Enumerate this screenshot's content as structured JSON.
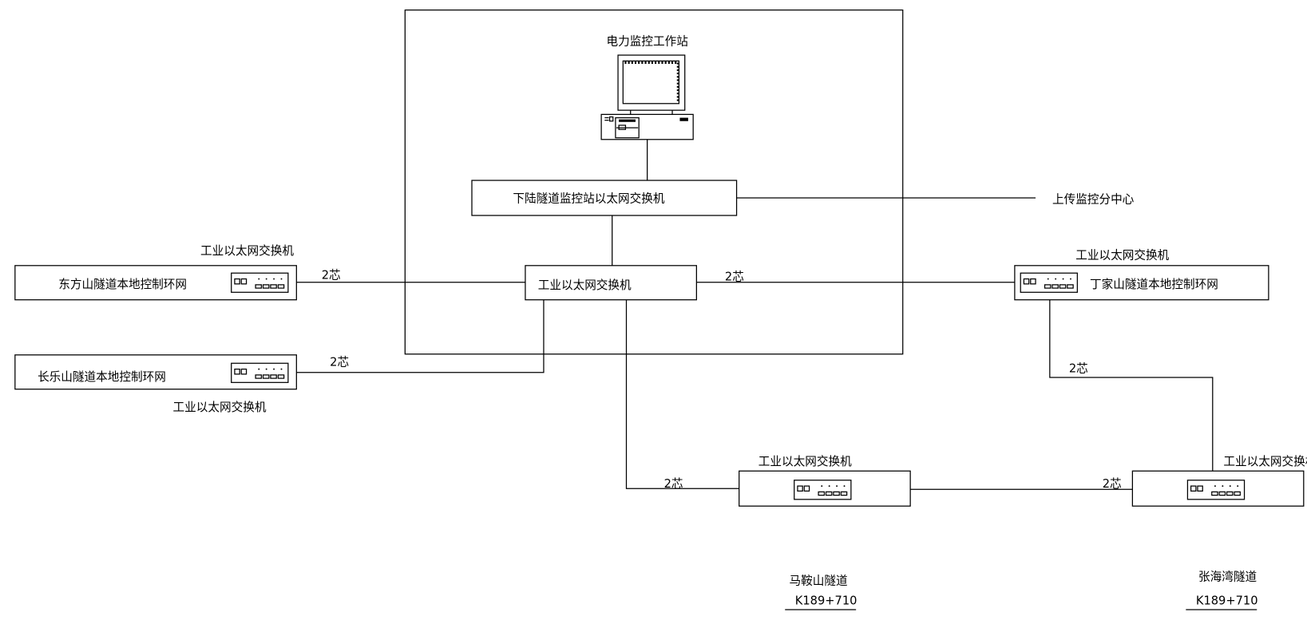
{
  "workstation": {
    "label": "电力监控工作站"
  },
  "main_switch": {
    "label": "下陆隧道监控站以太网交换机"
  },
  "upload": {
    "label": "上传监控分中心"
  },
  "center_switch": {
    "label": "工业以太网交换机"
  },
  "nodes": [
    {
      "name": "东方山隧道本地控制环网",
      "switch_label": "工业以太网交换机",
      "link_label": "2芯"
    },
    {
      "name": "长乐山隧道本地控制环网",
      "switch_label": "工业以太网交换机",
      "link_label": "2芯"
    },
    {
      "name": "丁家山隧道本地控制环网",
      "switch_label": "工业以太网交换机",
      "link_label": "2芯"
    },
    {
      "name": "马鞍山隧道",
      "switch_label": "工业以太网交换机",
      "link_label": "2芯",
      "station": "K189+710"
    },
    {
      "name": "张海湾隧道",
      "switch_label": "工业以太网交换机",
      "link_label": "2芯",
      "station": "K189+710"
    }
  ],
  "extra_links": [
    "2芯",
    "2芯"
  ]
}
